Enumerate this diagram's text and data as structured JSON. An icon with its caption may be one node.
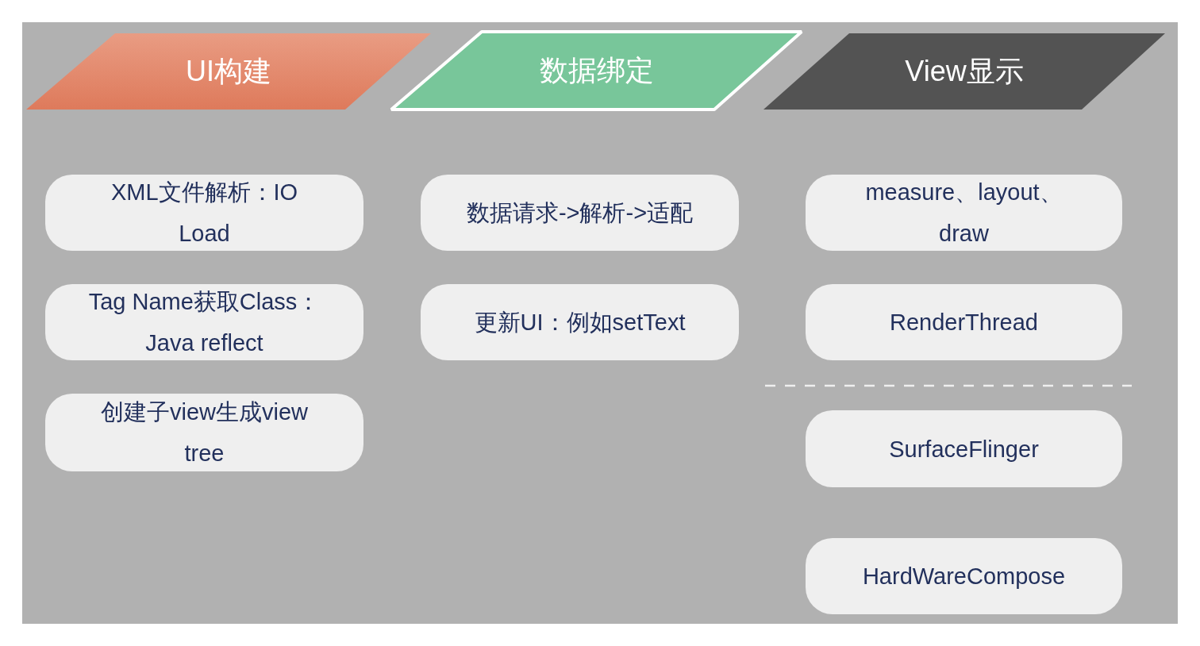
{
  "diagram": {
    "nodes": [
      {
        "text": [
          "UI构建"
        ]
      },
      {
        "text": [
          "XML文件解析：IO Load"
        ]
      },
      {
        "text": [
          "Tag Name获取Class：Java reflect"
        ]
      },
      {
        "text": [
          "创建子view生成view tree"
        ]
      },
      {
        "text": [
          "数据绑定"
        ]
      },
      {
        "text": [
          "数据请求->解析->适配"
        ]
      },
      {
        "text": [
          "更新UI：例如setText"
        ]
      },
      {
        "text": [
          "View显示"
        ]
      },
      {
        "text": [
          "measure、layout、draw"
        ]
      },
      {
        "text": [
          "RenderThread"
        ]
      },
      {
        "text": [
          "SurfaceFlinger"
        ]
      },
      {
        "text": [
          "HardWareCompose"
        ]
      }
    ]
  }
}
